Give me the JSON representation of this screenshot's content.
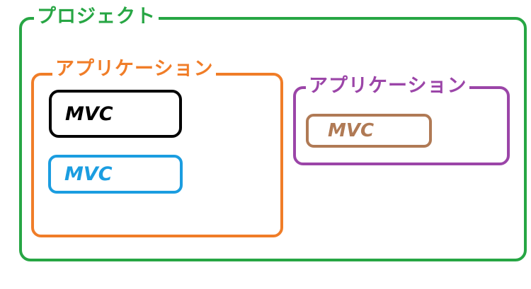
{
  "project": {
    "title": "プロジェクト",
    "color": "#27a644"
  },
  "applications": [
    {
      "title": "アプリケーション",
      "color": "#f07d28",
      "mvcs": [
        {
          "label": "MVC",
          "color": "#000000"
        },
        {
          "label": "MVC",
          "color": "#1b9de0"
        }
      ]
    },
    {
      "title": "アプリケーション",
      "color": "#9b45a8",
      "mvcs": [
        {
          "label": "MVC",
          "color": "#b07a55"
        }
      ]
    }
  ]
}
